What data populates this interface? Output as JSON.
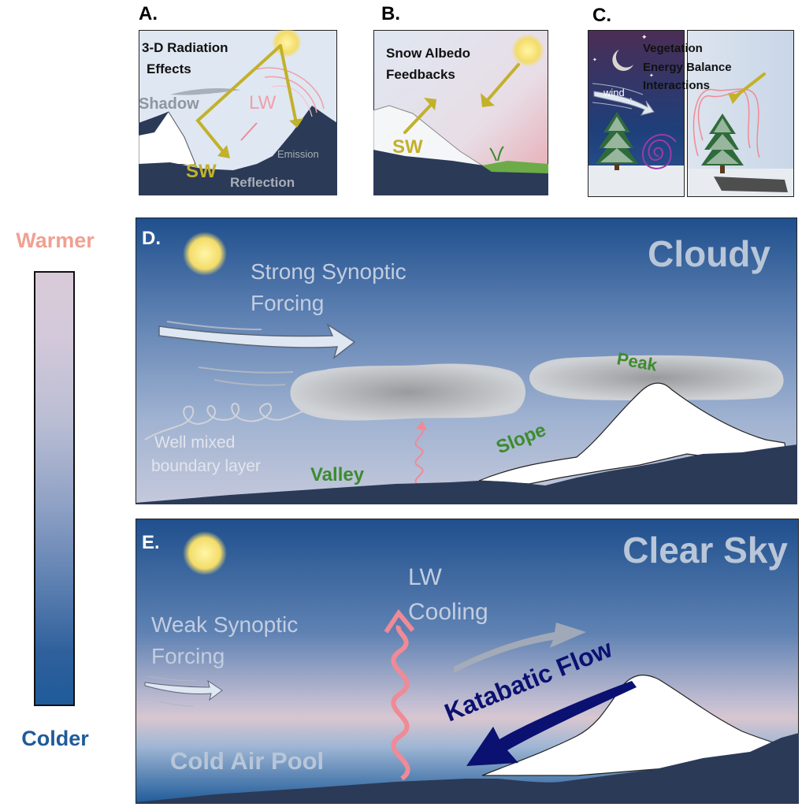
{
  "scale": {
    "warm_label": "Warmer",
    "cold_label": "Colder",
    "warm_color": "#f0a091",
    "cold_color": "#1f5b99"
  },
  "panel_a": {
    "letter": "A.",
    "title_line1": "3-D Radiation",
    "title_line2": "Effects",
    "shadow": "Shadow",
    "lw": "LW",
    "sw": "SW",
    "emission": "Emission",
    "reflection": "Reflection"
  },
  "panel_b": {
    "letter": "B.",
    "title_line1": "Snow Albedo",
    "title_line2": "Feedbacks",
    "sw": "SW"
  },
  "panel_c": {
    "letter": "C.",
    "title_line1": "Vegetation",
    "title_line2": "Energy Balance",
    "title_line3": "Interactions",
    "wind": "wind"
  },
  "panel_d": {
    "letter": "D.",
    "title": "Cloudy",
    "forcing_line1": "Strong Synoptic",
    "forcing_line2": "Forcing",
    "bl_line1": "Well mixed",
    "bl_line2": "boundary layer",
    "valley": "Valley",
    "slope": "Slope",
    "peak": "Peak"
  },
  "panel_e": {
    "letter": "E.",
    "title": "Clear Sky",
    "lw_line1": "LW",
    "lw_line2": "Cooling",
    "forcing_line1": "Weak Synoptic",
    "forcing_line2": "Forcing",
    "katabatic": "Katabatic Flow",
    "cold_pool": "Cold Air Pool"
  },
  "colors": {
    "sw_arrow": "#c2b12a",
    "lw_arrow": "#f08a96",
    "terrain": "#2b3a57",
    "green_label": "#3d8b2e",
    "katabatic": "#0b1170"
  }
}
